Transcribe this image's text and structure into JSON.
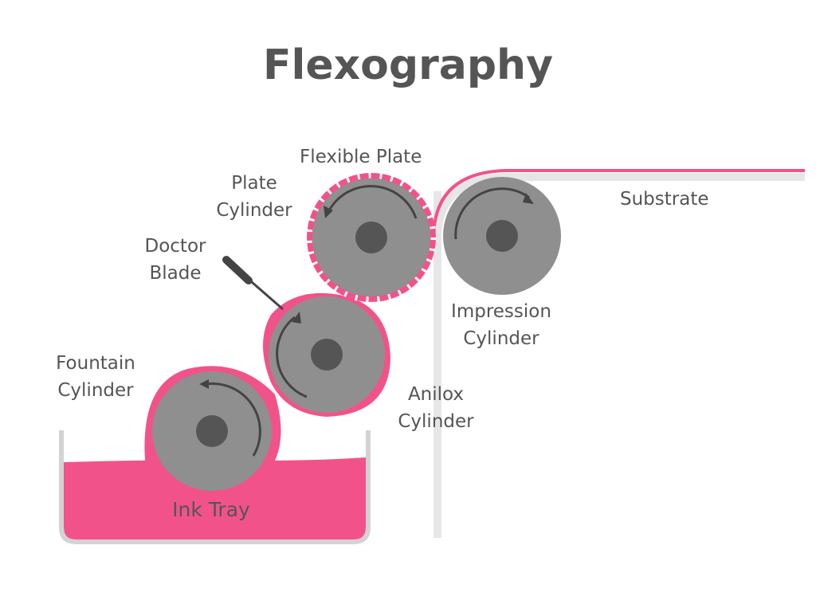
{
  "title": "Flexography",
  "labels": {
    "flexible_plate": "Flexible Plate",
    "plate_cylinder": [
      "Plate",
      "Cylinder"
    ],
    "doctor_blade": [
      "Doctor",
      "Blade"
    ],
    "fountain_cylinder": [
      "Fountain",
      "Cylinder"
    ],
    "impression_cylinder": [
      "Impression",
      "Cylinder"
    ],
    "anilox_cylinder": [
      "Anilox",
      "Cylinder"
    ],
    "substrate": "Substrate",
    "ink_tray": "Ink Tray"
  },
  "colors": {
    "ink": "#f2528a",
    "roller": "#8f8f8f",
    "hub": "#555555",
    "text": "#555555",
    "tray_wall": "#d3d3d3",
    "substrate_backing": "#e6e6e6",
    "arrow": "#444444"
  }
}
